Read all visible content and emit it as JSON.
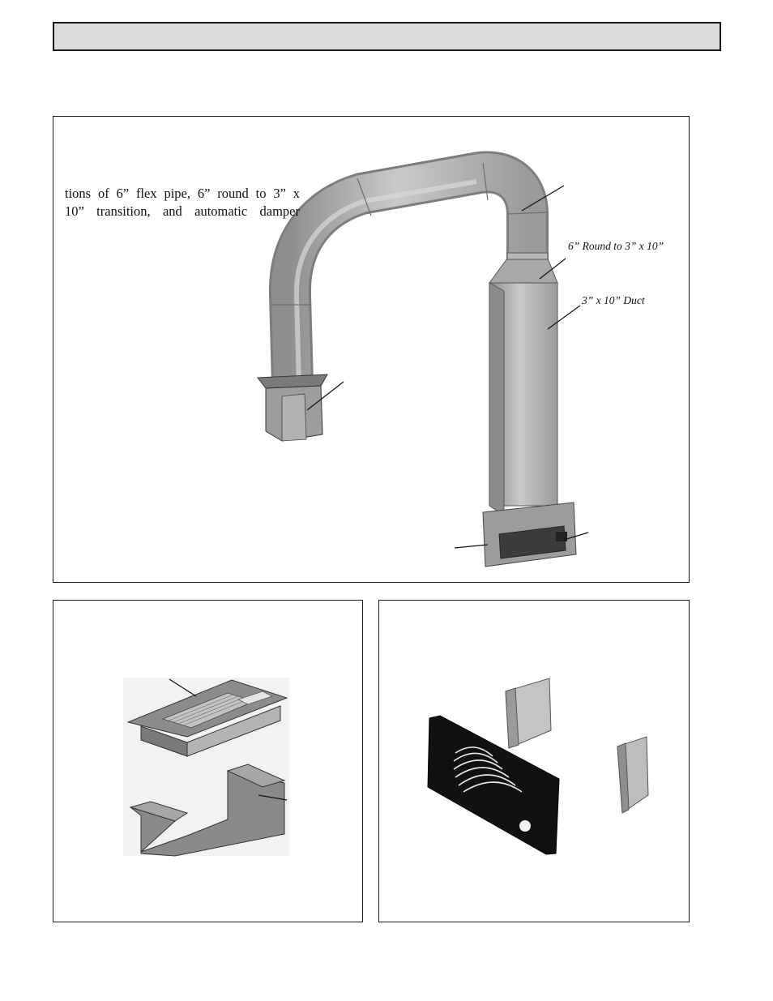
{
  "header": {
    "title": ""
  },
  "main_figure": {
    "intro_lines": [
      "tions of 6” flex pipe, 6” round to 3” x",
      "10” transition, and automatic damper"
    ],
    "labels": {
      "transition": "6” Round to 3” x 10”",
      "duct": "3” x 10” Duct"
    }
  },
  "colors": {
    "header_fill": "#dcdcdc",
    "border": "#1a1a1a",
    "metal": "#a9a9a9",
    "faceplate": "#111111"
  }
}
